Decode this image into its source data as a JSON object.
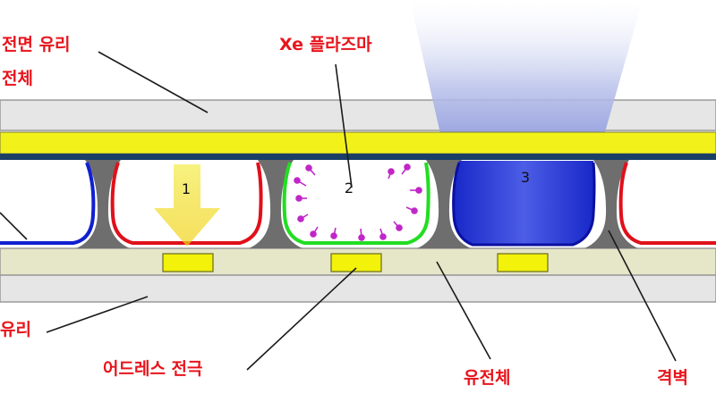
{
  "labels": {
    "front_glass": "전면 유리",
    "front_dielectric": "전체",
    "xe_plasma": "Xe 플라즈마",
    "rear_glass": "유리",
    "address_electrode": "어드레스 전극",
    "dielectric": "유전체",
    "barrier": "격벽"
  },
  "cells": [
    "1",
    "2",
    "3"
  ],
  "colors": {
    "label_red": "#e8141c",
    "glass": "#e6e6e6",
    "yellow_layer": "#f2f21a",
    "navy_layer": "#1c3f66",
    "rib": "#6e6e6e",
    "dielectric": "#e6e6c8",
    "electrode": "#f2f20a",
    "phosphor_red": "#e0101a",
    "phosphor_green": "#22dd22",
    "phosphor_blue": "#1020d0",
    "plasma_particle": "#c026c8"
  },
  "icons": {
    "arrow": "down-arrow-icon",
    "plasma": "plasma-particle-icon",
    "light": "light-beam-icon"
  }
}
